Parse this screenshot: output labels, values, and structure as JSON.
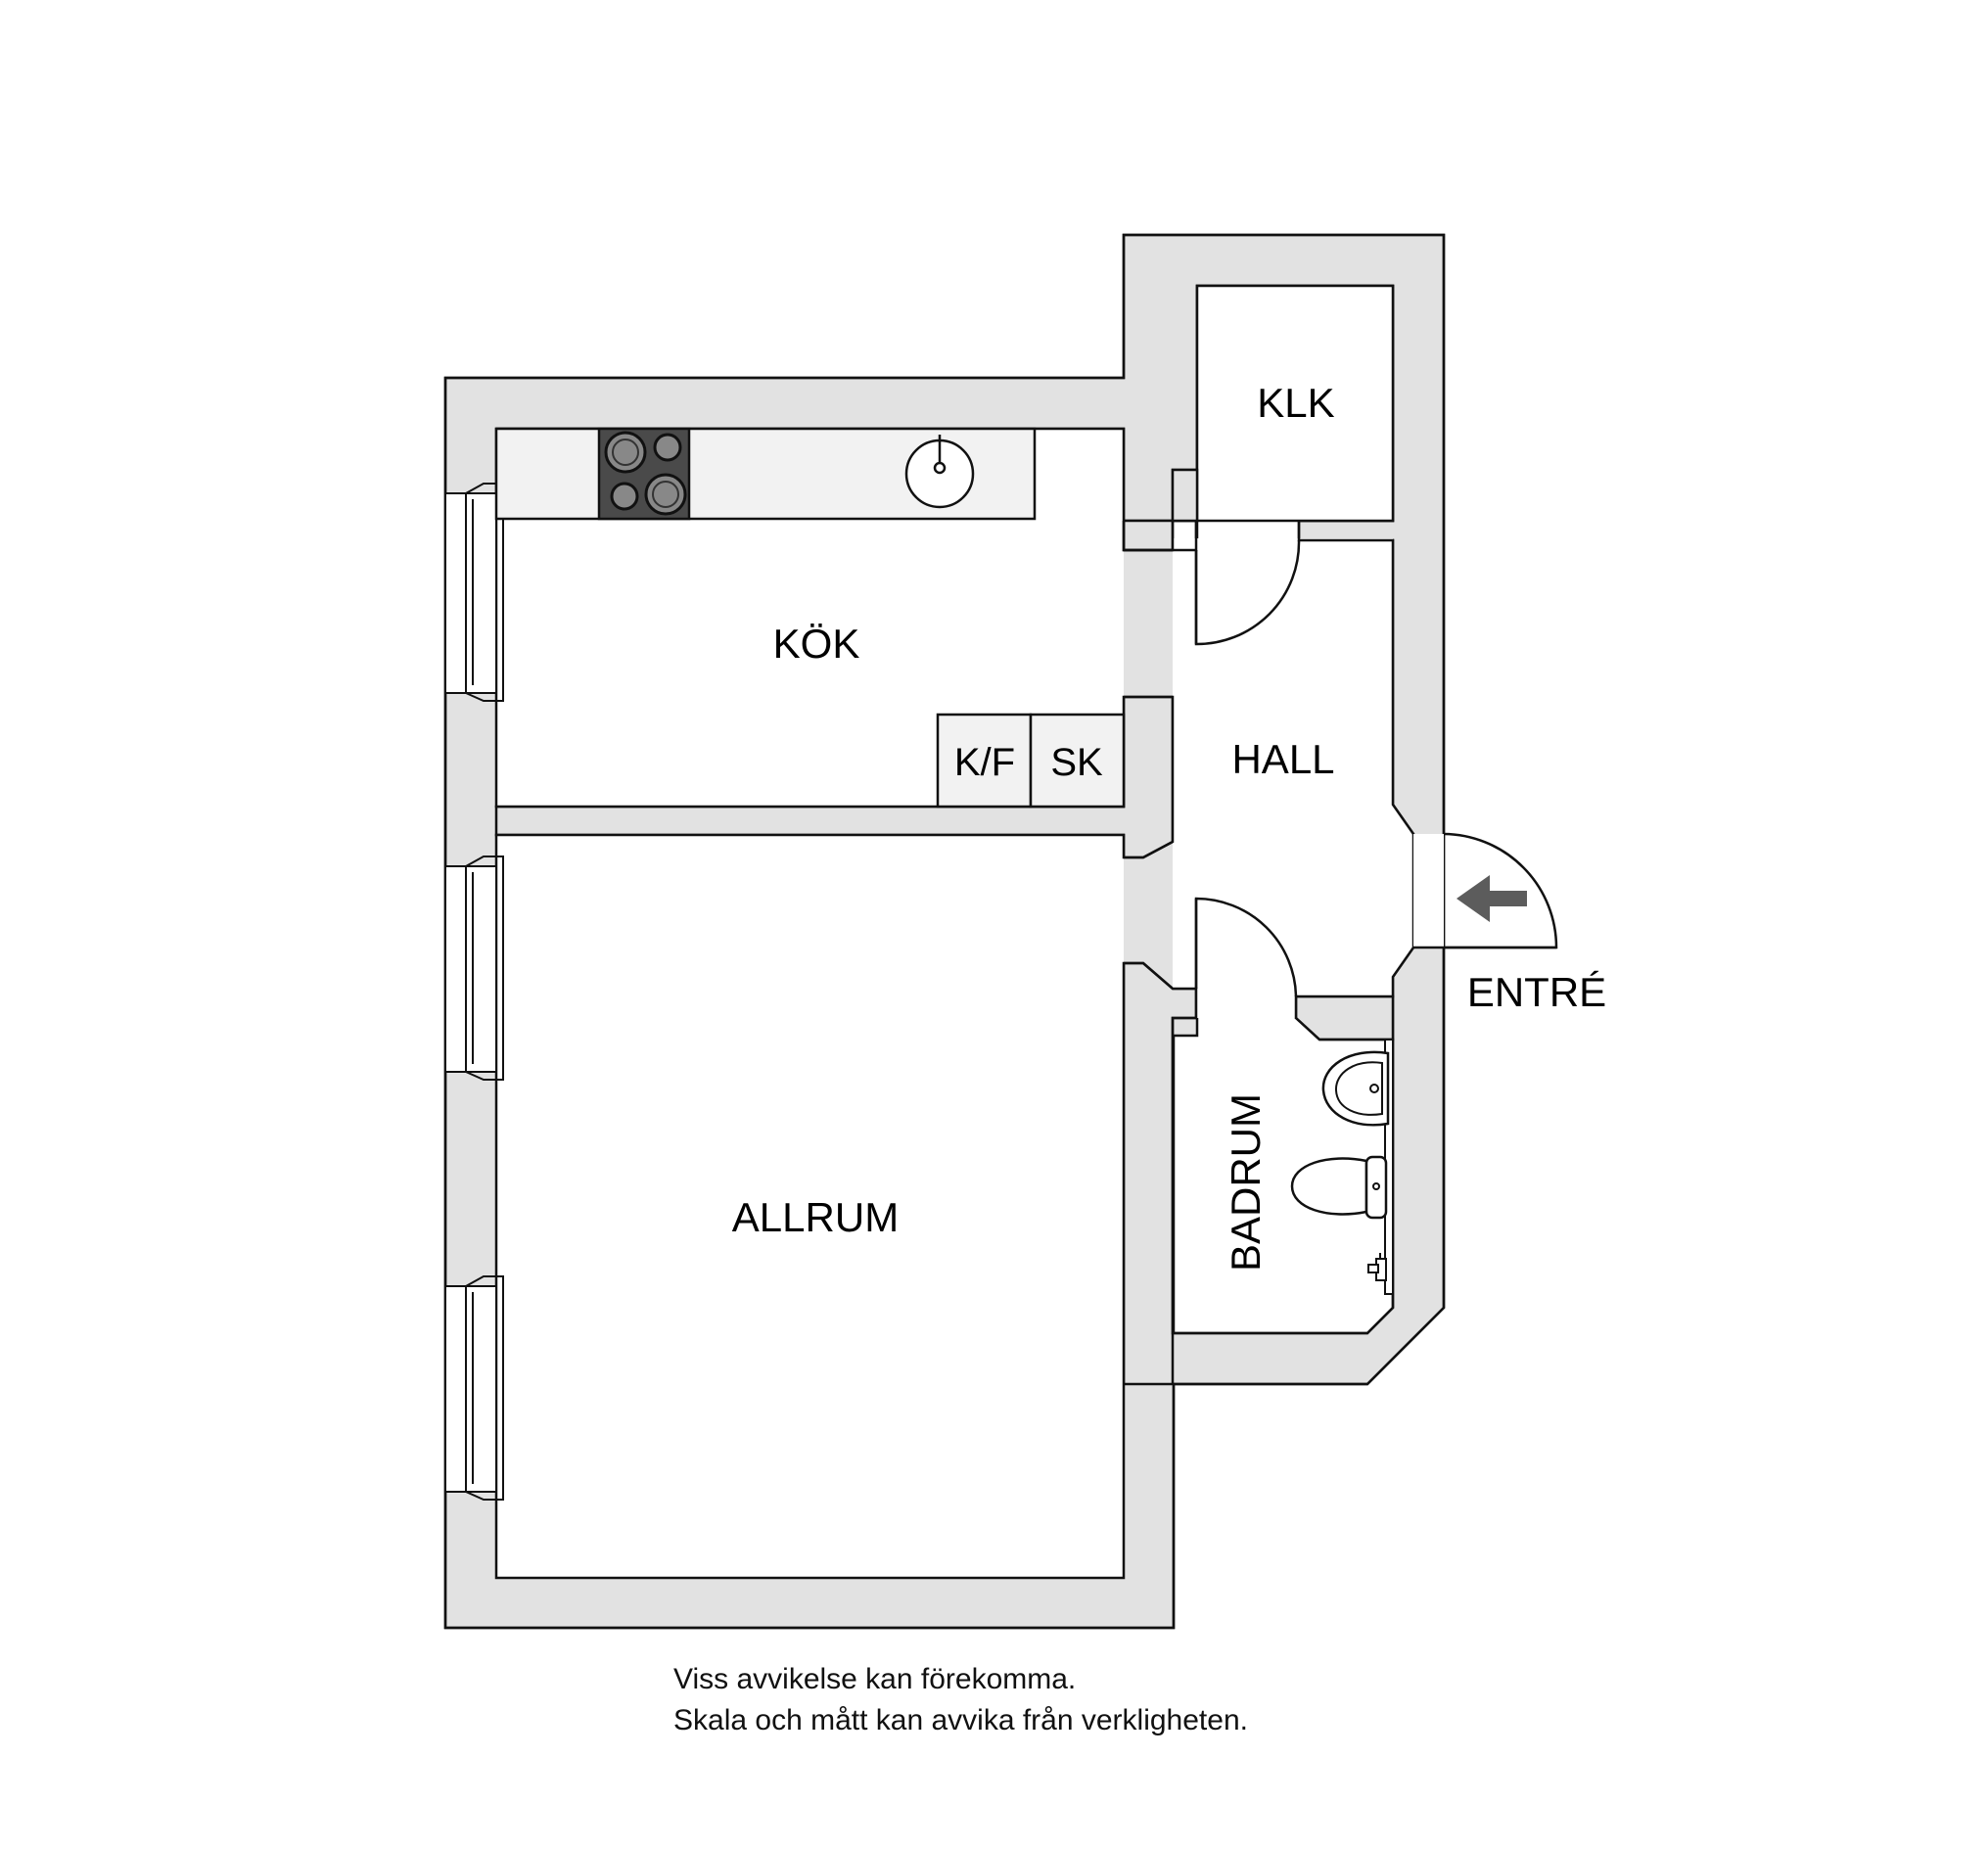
{
  "colors": {
    "wall_fill": "#e2e2e2",
    "line": "#111111",
    "counter_fill": "#f2f2f2",
    "stove_fill": "#4a4a4a",
    "entry_arrow": "#5c5c5c",
    "background": "#ffffff"
  },
  "rooms": {
    "klk": "KLK",
    "kok": "KÖK",
    "hall": "HALL",
    "allrum": "ALLRUM",
    "badrum": "BADRUM",
    "entre": "ENTRÉ"
  },
  "fixtures": {
    "fridge_freezer": "K/F",
    "wardrobe": "SK",
    "stove_icon": "stove-icon",
    "kitchen_sink_icon": "sink-icon",
    "washbasin_icon": "washbasin-icon",
    "toilet_icon": "toilet-icon",
    "faucet_icon": "faucet-icon",
    "entry_icon": "arrow-left-icon"
  },
  "disclaimer": {
    "line1": "Viss avvikelse kan förekomma.",
    "line2": "Skala och mått kan avvika från verkligheten."
  }
}
